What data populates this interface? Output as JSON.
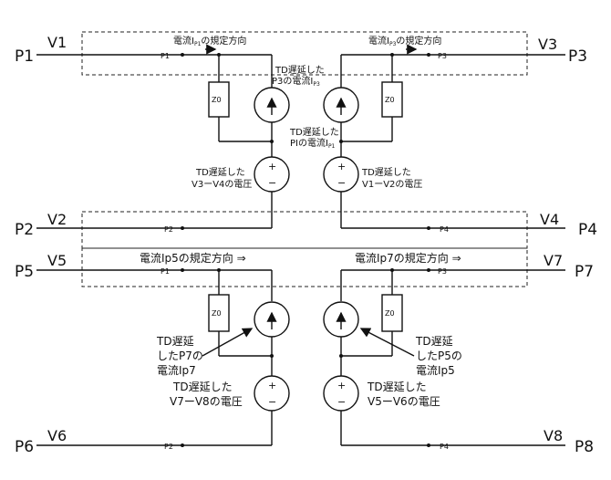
{
  "ports": {
    "p1": "P1",
    "p2": "P2",
    "p3": "P3",
    "p4": "P4",
    "p5": "P5",
    "p6": "P6",
    "p7": "P7",
    "p8": "P8"
  },
  "nodes": {
    "v1": "V1",
    "v2": "V2",
    "v3": "V3",
    "v4": "V4",
    "v5": "V5",
    "v6": "V6",
    "v7": "V7",
    "v8": "V8"
  },
  "small_labels": {
    "p1": "P1",
    "p2": "P2",
    "p3": "P3",
    "p4": "P4"
  },
  "impedance": "Z0",
  "top": {
    "dir_left": "電流I",
    "dir_left_sub": "P1",
    "dir_left_tail": "の規定方向",
    "dir_right": "電流I",
    "dir_right_sub": "P3",
    "dir_right_tail": "の規定方向",
    "src_left_line1": "TD遅延した",
    "src_left_line2": "P3の電流I",
    "src_left_sub": "P3",
    "src_right_line1": "TD遅延した",
    "src_right_line2": "PIの電流I",
    "src_right_sub": "P1",
    "volt_left_line1": "TD遅延した",
    "volt_left_line2": "V3ーV4の電圧",
    "volt_right_line1": "TD遅延した",
    "volt_right_line2": "V1ーV2の電圧"
  },
  "bottom": {
    "dir_left": "電流Ip5の規定方向 ⇒",
    "dir_right": "電流Ip7の規定方向 ⇒",
    "src_left_line1": "TD遅延",
    "src_left_line2": "したP7の",
    "src_left_line3": "電流Ip7",
    "src_right_line1": "TD遅延",
    "src_right_line2": "したP5の",
    "src_right_line3": "電流Ip5",
    "volt_left_line1": "TD遅延した",
    "volt_left_line2": "V7ーV8の電圧",
    "volt_right_line1": "TD遅延した",
    "volt_right_line2": "V5ーV6の電圧"
  },
  "symbols": {
    "plus": "+",
    "minus": "−"
  }
}
